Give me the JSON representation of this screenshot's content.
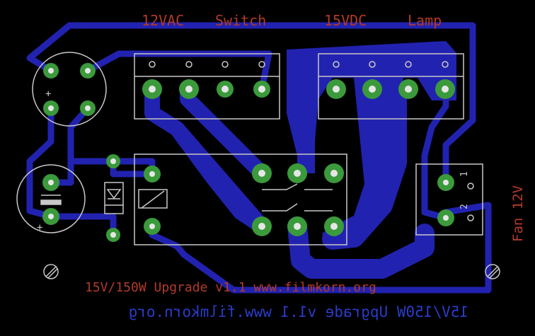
{
  "labels": {
    "ac_input": "12VAC",
    "switch": "Switch",
    "dc_output": "15VDC",
    "lamp": "Lamp",
    "fan": "Fan 12V",
    "top_title": "15V/150W Upgrade v1.1 www.filmkorn.org",
    "bottom_title": "15V/150W Upgrade v1.1 www.filmkorn.org",
    "fan_pin1": "1",
    "fan_pin2": "2",
    "plus_upper": "+",
    "plus_lower": "+"
  },
  "colors": {
    "background": "#000000",
    "copper": "#2222b0",
    "pad": "#3b9a3b",
    "drill": "#e6e6e6",
    "silkscreen": "#c8c8c8",
    "labels_red": "#b23a2a",
    "labels_blue": "#2a3cc8"
  }
}
